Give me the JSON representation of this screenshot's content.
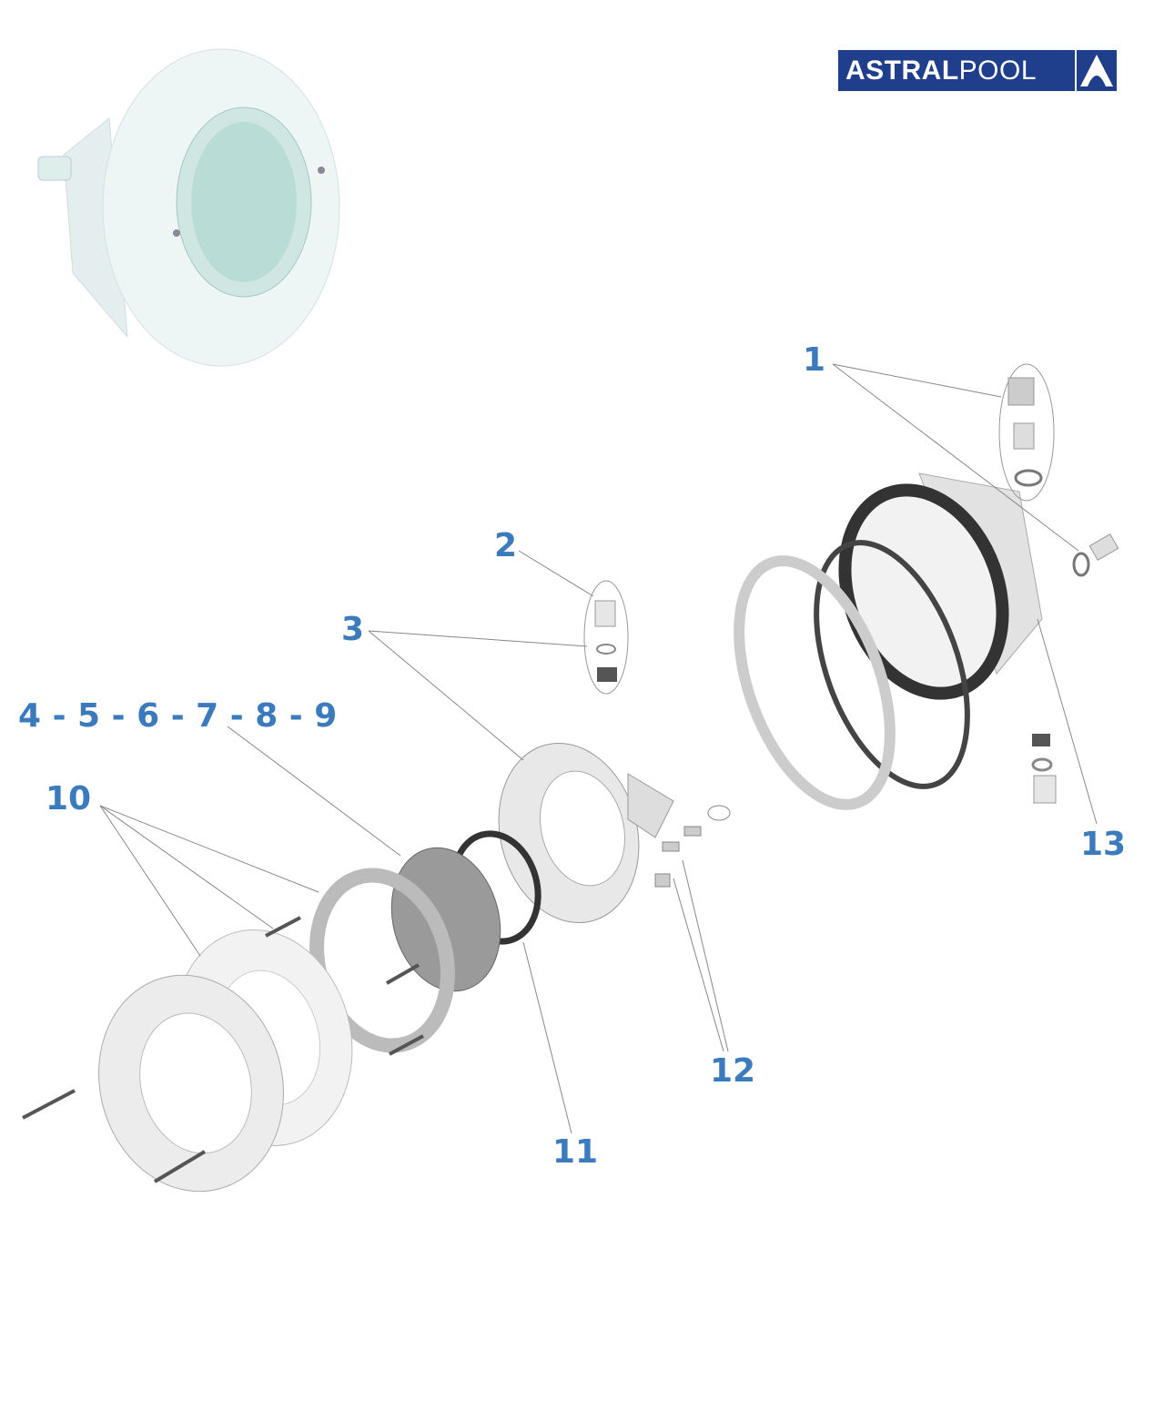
{
  "brand": {
    "logo_text_bold": "ASTRAL",
    "logo_text_light": "POOL",
    "logo_color": "#1f3f8c"
  },
  "labels": {
    "l1": "1",
    "l2": "2",
    "l3": "3",
    "l4_9": "4 - 5 - 6 - 7 - 8 - 9",
    "l10": "10",
    "l11": "11",
    "l12": "12",
    "l13": "13"
  },
  "label_color": "#3b7bbd"
}
